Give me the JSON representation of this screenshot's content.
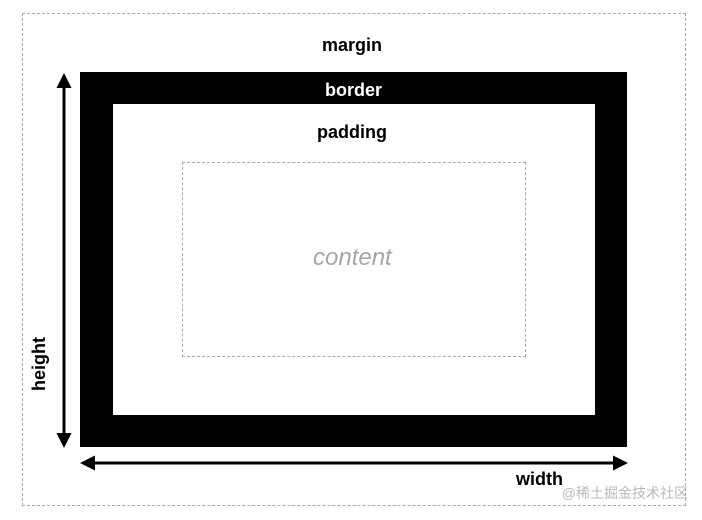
{
  "labels": {
    "margin": "margin",
    "border": "border",
    "padding": "padding",
    "content": "content",
    "width": "width",
    "height": "height"
  },
  "watermark": "@稀土掘金技术社区",
  "colors": {
    "border_fill": "#000000",
    "dashed_outline": "#a9a9a9",
    "content_text": "#a6a6a6",
    "watermark_text": "#b8b8b8"
  }
}
